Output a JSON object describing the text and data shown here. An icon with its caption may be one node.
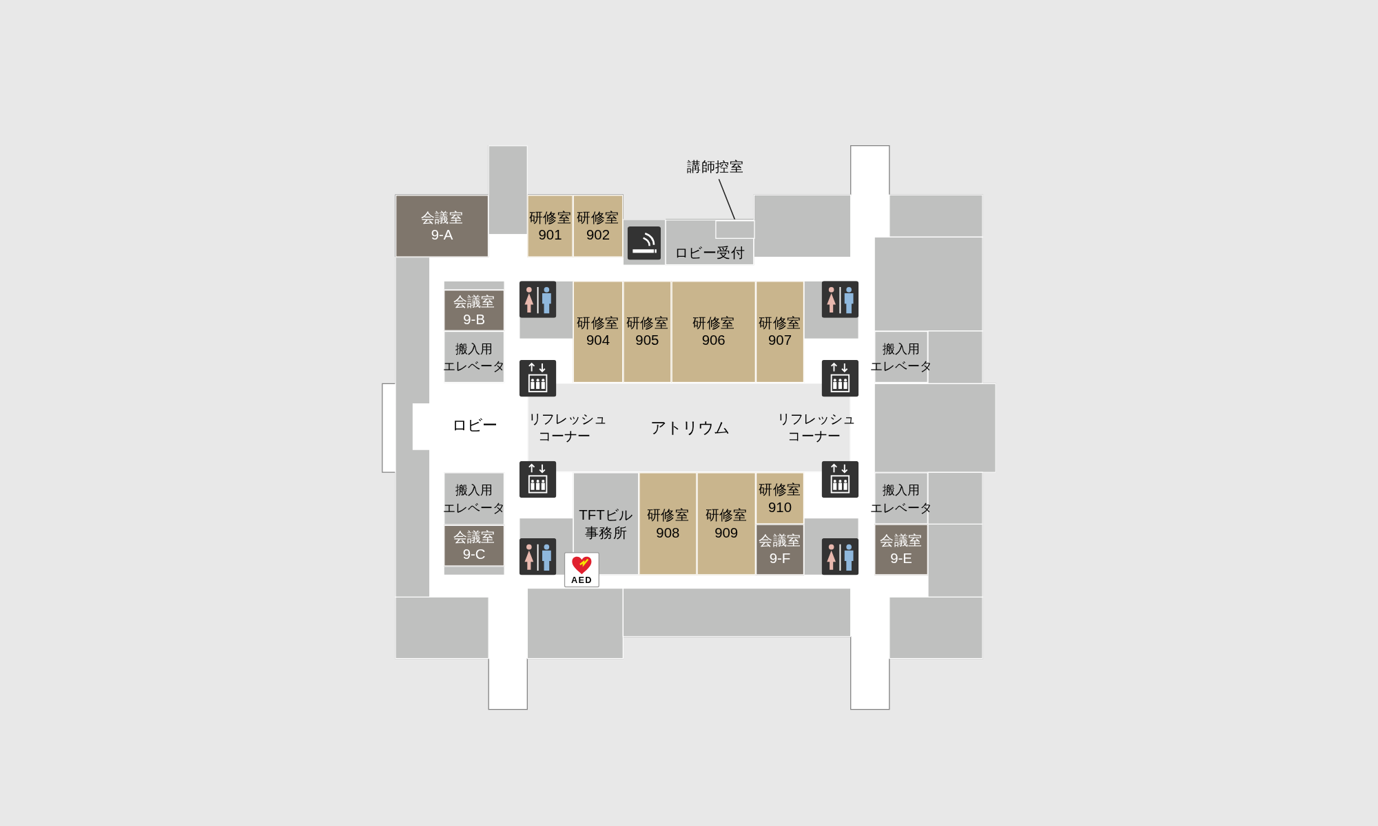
{
  "diagram": {
    "nodes": [
      {
        "text": [
          "講師控室"
        ]
      },
      {
        "text": [
          "会議室 9-A"
        ]
      },
      {
        "text": [
          "研修室 901"
        ]
      },
      {
        "text": [
          "研修室 902"
        ]
      },
      {
        "text": [
          "ロビー受付"
        ]
      },
      {
        "text": [],
        "shape": "box",
        "in": 4
      },
      {
        "text": [
          "会議室 9-B"
        ]
      },
      {
        "text": [
          "搬入用エレベータ"
        ]
      },
      {
        "text": [
          "研修室 904"
        ]
      },
      {
        "text": [
          "研修室 905"
        ]
      },
      {
        "text": [
          "研修室 906"
        ]
      },
      {
        "text": [
          "研修室 907"
        ]
      },
      {
        "text": [
          "搬入用エレベータ"
        ]
      },
      {
        "text": [
          "リフレッシュコーナー",
          "アトリウム",
          "リフレッシュコーナー"
        ]
      },
      {
        "text": [
          "搬入用エレベータ"
        ]
      },
      {
        "text": [
          "会議室 9-C"
        ]
      },
      {
        "text": [
          "TFTビル事務所"
        ]
      },
      {
        "text": [
          "研修室 908"
        ]
      },
      {
        "text": [
          "研修室 909"
        ]
      },
      {
        "text": [
          "研修室 910"
        ]
      },
      {
        "text": [
          "会議室 9-F"
        ]
      },
      {
        "text": [
          "搬入用エレベータ"
        ]
      },
      {
        "text": [
          "会議室 9-E"
        ]
      }
    ],
    "edges": [
      {
        "from": 0,
        "to": 5,
        "arrow": "none"
      }
    ],
    "labels": [
      "ロビー",
      "AED"
    ]
  }
}
